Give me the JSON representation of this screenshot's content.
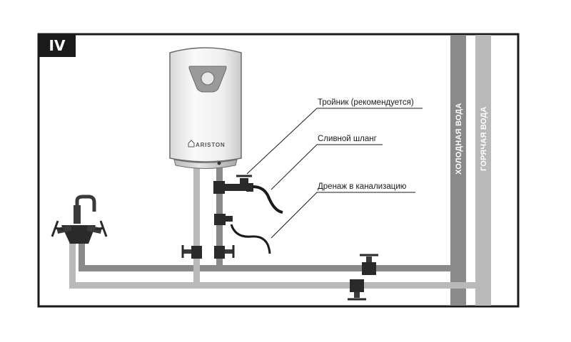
{
  "panel": {
    "number": "IV"
  },
  "heater": {
    "brand": "ARISTON"
  },
  "labels": {
    "tee": "Тройник (рекомендуется)",
    "drain_hose": "Сливной шланг",
    "drainage": "Дренаж в канализацию",
    "cold_water": "ХОЛОДНАЯ ВОДА",
    "hot_water": "ГОРЯЧАЯ ВОДА"
  },
  "colors": {
    "frame": "#1a1a1a",
    "cold_pipe": "#8a8a8a",
    "hot_pipe": "#b9b9b9",
    "valve": "#2a2a2a"
  },
  "icons": [
    "water-heater-icon",
    "mixer-tap-icon",
    "valve-icon",
    "tee-icon",
    "hose-icon"
  ]
}
